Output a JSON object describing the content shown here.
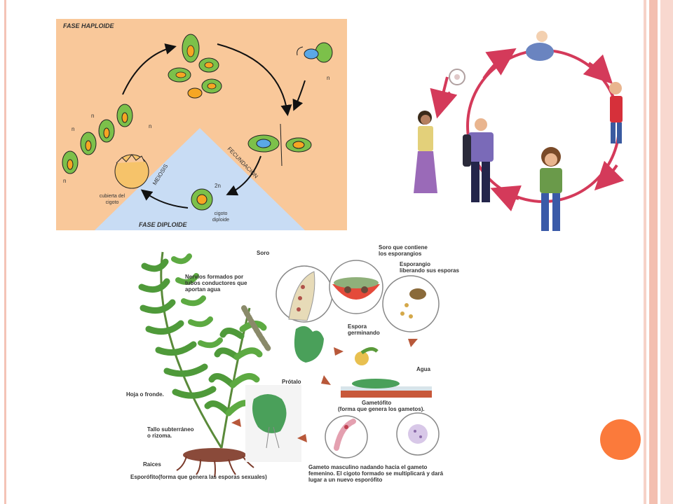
{
  "theme": {
    "accent": "#fb7a3b",
    "frame": "#f3bfb0"
  },
  "alga_cycle": {
    "phase_haploid": "FASE HAPLOIDE",
    "phase_diploid": "FASE DIPLOIDE",
    "meiosis": "MEIOSIS",
    "fertilization": "FECUNDACIÓN",
    "n_labels": [
      "n",
      "n",
      "n",
      "n",
      "n"
    ],
    "two_n": "2n",
    "zygote_wall": [
      "cubierta del",
      "cigoto"
    ],
    "zygote": [
      "cigoto",
      "diploide"
    ]
  },
  "fern_cycle": {
    "soro": "Soro",
    "soro_esporangios": [
      "Soro que contiene",
      "los esporangios"
    ],
    "esporangio": [
      "Esporangio",
      "liberando sus esporas"
    ],
    "nervios": [
      "Nervios formados por",
      "tubos conductores que",
      "aportan agua"
    ],
    "espora": [
      "Espora",
      "germinando"
    ],
    "agua": "Agua",
    "protalo": "Prótalo",
    "hoja": "Hoja o fronde.",
    "gametofito": [
      "Gametófito",
      "(forma que genera los gametos)."
    ],
    "tallo": [
      "Tallo subterráneo",
      "o rizoma."
    ],
    "raices": "Raices",
    "esporofito": "Esporófito(forma que genera las esporas sexuales)",
    "gameto": [
      "Gameto masculino nadando hacia el gameto",
      "femenino. El cigoto formado se multiplicará y dará",
      "lugar a un nuevo esporófito"
    ]
  }
}
